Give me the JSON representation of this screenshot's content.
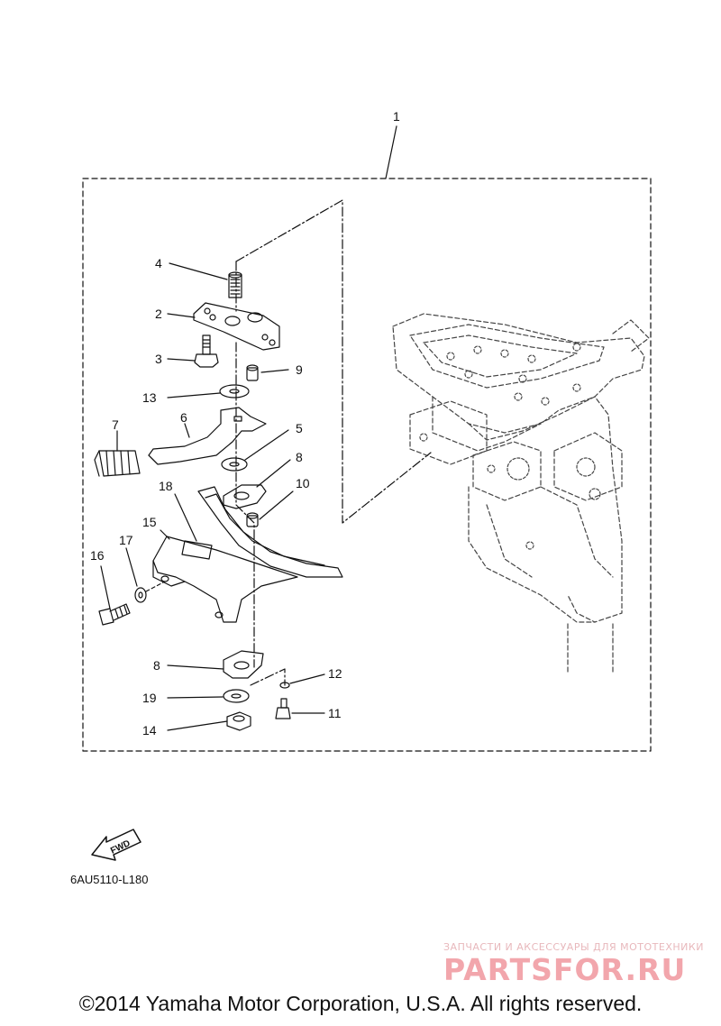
{
  "callouts": [
    "1",
    "2",
    "3",
    "4",
    "5",
    "6",
    "7",
    "8",
    "8",
    "9",
    "10",
    "11",
    "12",
    "13",
    "14",
    "15",
    "16",
    "17",
    "18",
    "19"
  ],
  "fwd_label": "FWD",
  "diagram_code": "6AU5110-L180",
  "watermark": {
    "tagline": "ЗАПЧАСТИ И АКСЕССУАРЫ ДЛЯ МОТОТЕХНИКИ",
    "logo": "PARTSFOR.RU"
  },
  "copyright": "©2014 Yamaha Motor Corporation, U.S.A. All rights reserved."
}
